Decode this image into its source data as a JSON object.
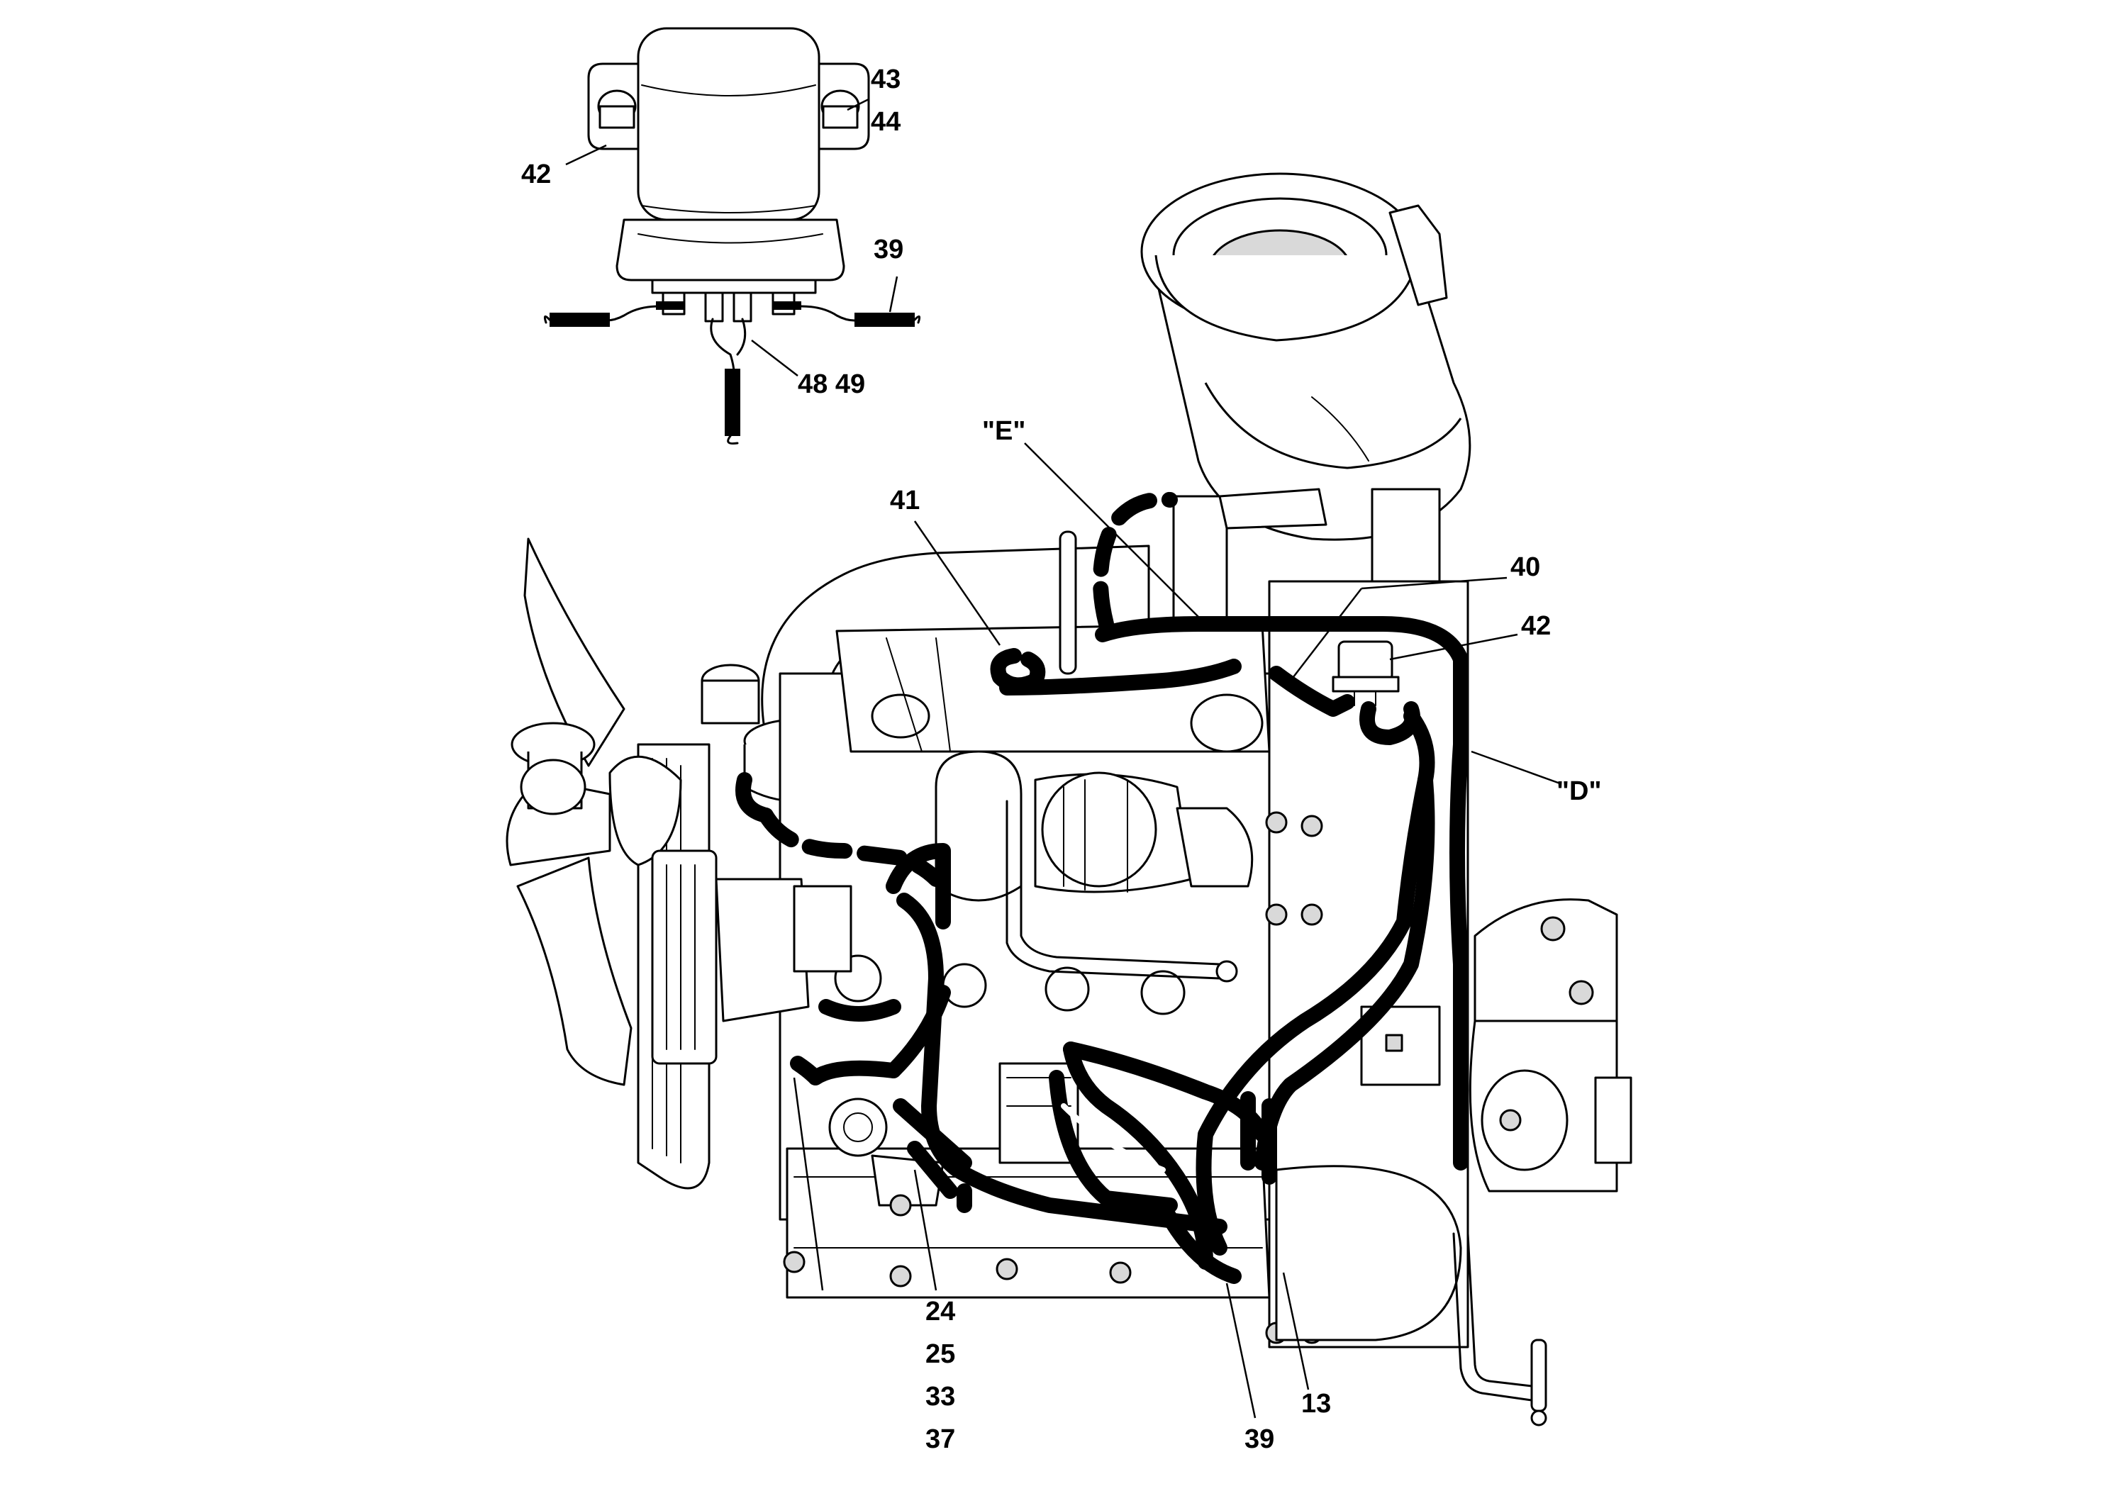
{
  "callouts": {
    "c42_inset": "42",
    "c43": "43",
    "c44": "44",
    "c39_inset": "39",
    "c48_49": "48 49",
    "cE": "\"E\"",
    "c41": "41",
    "c40": "40",
    "c42_main": "42",
    "cD": "\"D\"",
    "c24": "24",
    "c25": "25",
    "c33": "33",
    "c37": "37",
    "c39_main": "39",
    "c13": "13"
  }
}
